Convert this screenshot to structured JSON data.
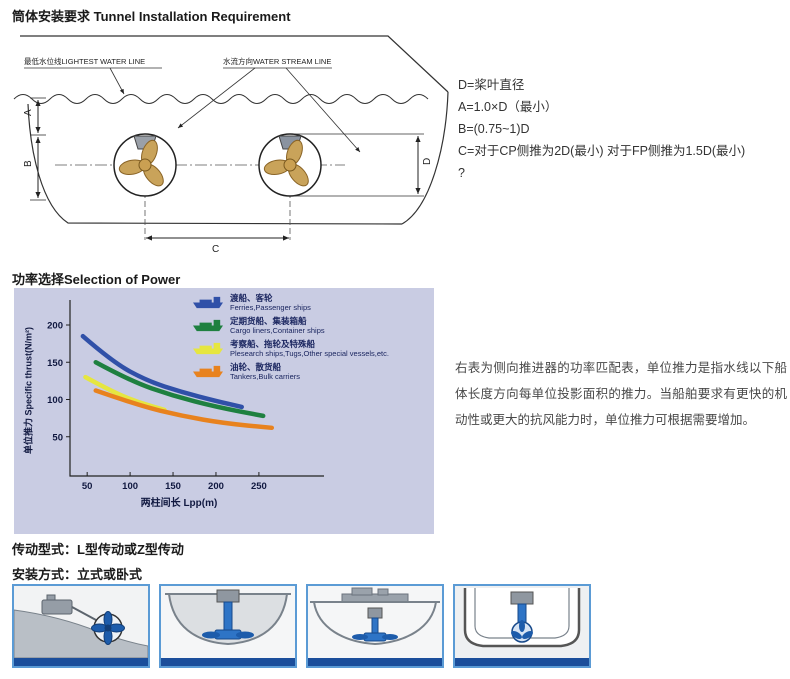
{
  "titles": {
    "tunnel": "筒体安装要求 Tunnel Installation Requirement",
    "power": "功率选择Selection of Power",
    "transmission": "传动型式：L型传动或Z型传动",
    "mounting": "安装方式：立式或卧式"
  },
  "diagram": {
    "label_waterline": "最低水位线LIGHTEST WATER LINE",
    "label_stream": "水流方向WATER STREAM LINE",
    "dims": {
      "a": "A",
      "b": "B",
      "c": "C",
      "d": "D"
    }
  },
  "spec_notes": {
    "lines": [
      "D=桨叶直径",
      "A=1.0×D（最小）",
      "B=(0.75~1)D",
      "C=对于CP侧推为2D(最小) 对于FP侧推为1.5D(最小)",
      "?"
    ]
  },
  "power_note": "右表为侧向推进器的功率匹配表，单位推力是指水线以下船体长度方向每单位投影面积的推力。当船舶要求有更快的机动性或更大的抗风能力时，单位推力可根据需要增加。",
  "chart_data": {
    "type": "line",
    "title": "",
    "xlabel": "两柱间长 Lpp(m)",
    "ylabel": "单位推力 Specific thrust(N/m²)",
    "x_ticks": [
      50,
      100,
      150,
      200,
      250
    ],
    "y_ticks": [
      50,
      100,
      150,
      200
    ],
    "xlim": [
      30,
      320
    ],
    "ylim": [
      0,
      215
    ],
    "grid": false,
    "legend_position": "top-right",
    "background": "#c9cce3",
    "series": [
      {
        "name_cn": "渡船、客轮",
        "name_en": "Ferries,Passenger ships",
        "color": "#3050a8",
        "points": [
          [
            45,
            185
          ],
          [
            80,
            150
          ],
          [
            120,
            125
          ],
          [
            160,
            110
          ],
          [
            200,
            98
          ],
          [
            230,
            90
          ]
        ]
      },
      {
        "name_cn": "定期货船、集装箱船",
        "name_en": "Cargo liners,Container ships",
        "color": "#1e8040",
        "points": [
          [
            60,
            150
          ],
          [
            100,
            125
          ],
          [
            150,
            105
          ],
          [
            200,
            90
          ],
          [
            255,
            78
          ]
        ]
      },
      {
        "name_cn": "考察船、拖轮及特殊船",
        "name_en": "Plesearch ships,Tugs,Other special vessels,etc.",
        "color": "#e6e640",
        "points": [
          [
            48,
            130
          ],
          [
            80,
            110
          ],
          [
            110,
            96
          ],
          [
            140,
            86
          ]
        ]
      },
      {
        "name_cn": "油轮、散货船",
        "name_en": "Tankers,Bulk carriers",
        "color": "#e8821e",
        "points": [
          [
            60,
            112
          ],
          [
            110,
            92
          ],
          [
            160,
            78
          ],
          [
            210,
            68
          ],
          [
            265,
            62
          ]
        ]
      }
    ]
  }
}
